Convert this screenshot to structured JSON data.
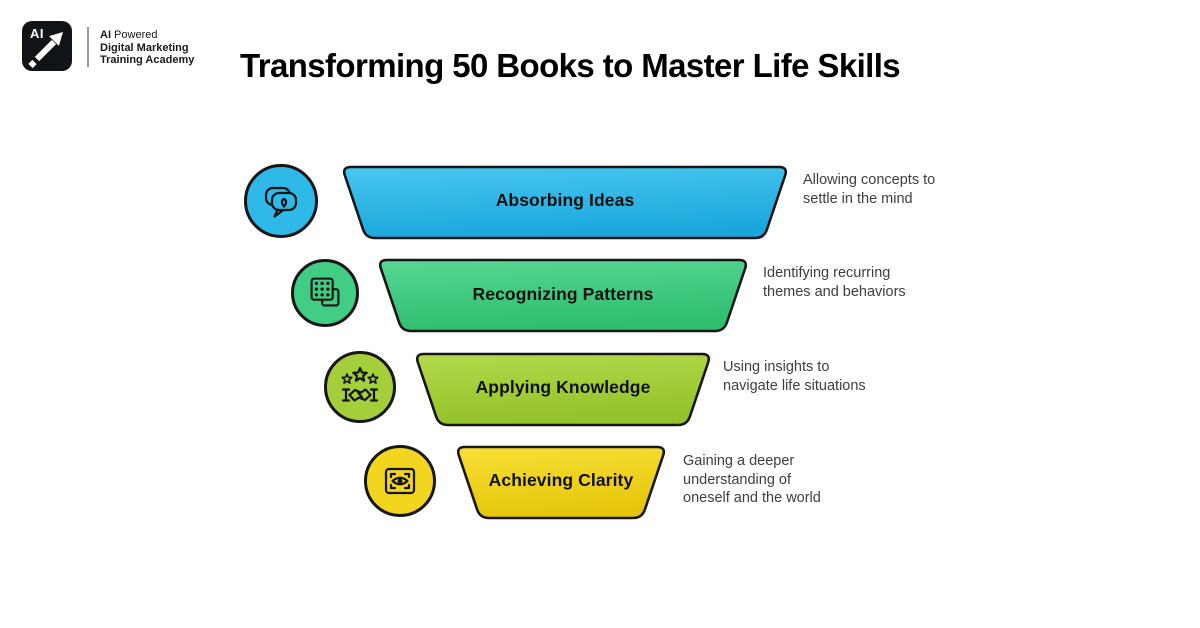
{
  "header": {
    "logo": {
      "badge_text": "AI",
      "line1_bold": "AI",
      "line1_rest": " Powered",
      "line2": "Digital Marketing",
      "line3": "Training Academy"
    },
    "title": "Transforming 50 Books to Master Life Skills"
  },
  "palette": {
    "stage1_blue": "#2fb9e9",
    "stage2_green": "#41cd83",
    "stage3_lime": "#a5cf3a",
    "stage4_yellow": "#f2d51f",
    "outline": "#161616",
    "description_text": "#3e3e3e"
  },
  "funnel": {
    "stages": [
      {
        "label": "Absorbing Ideas",
        "description": "Allowing concepts to\nsettle in the mind",
        "icon": "chat-bubbles-icon",
        "color": "#2fb9e9"
      },
      {
        "label": "Recognizing Patterns",
        "description": "Identifying recurring\nthemes and behaviors",
        "icon": "pattern-squares-icon",
        "color": "#41cd83"
      },
      {
        "label": "Applying Knowledge",
        "description": "Using insights to\nnavigate life situations",
        "icon": "stars-handshake-icon",
        "color": "#a5cf3a"
      },
      {
        "label": "Achieving Clarity",
        "description": "Gaining a deeper\nunderstanding of\noneself and the world",
        "icon": "eye-scan-icon",
        "color": "#f2d51f"
      }
    ]
  }
}
